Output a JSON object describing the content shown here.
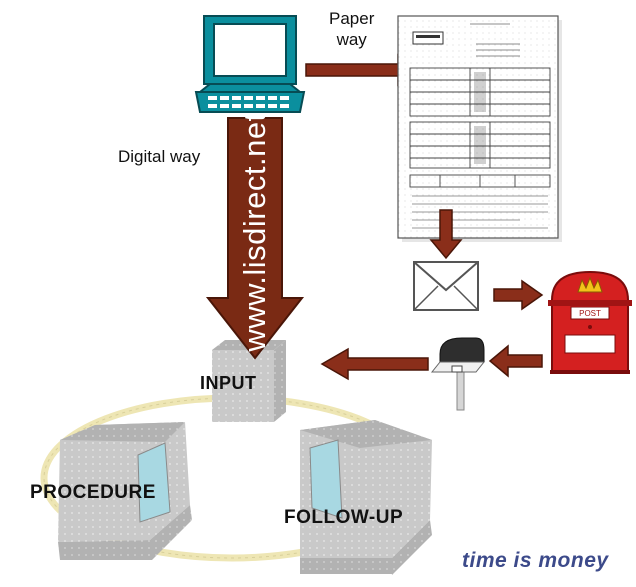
{
  "labels": {
    "paper_way_line1": "Paper",
    "paper_way_line2": "way",
    "digital_way": "Digital way",
    "url": "www.lisdirect.net",
    "input": "INPUT",
    "procedure": "PROCEDURE",
    "follow_up": "FOLLOW-UP",
    "mailbox_sign": "POST",
    "slogan": "time is money"
  },
  "colors": {
    "arrow": "#7a2a14",
    "arrow_outline": "#4a1608",
    "monitor": "#0b8f9e",
    "mailbox": "#d42020",
    "box_gray": "#c8c8c8",
    "cycle_ring": "#eee6b4",
    "slogan": "#3c4a8a"
  },
  "icons": [
    "computer-icon",
    "paper-form-icon",
    "envelope-icon",
    "mailbox-icon",
    "letterbox-icon"
  ]
}
